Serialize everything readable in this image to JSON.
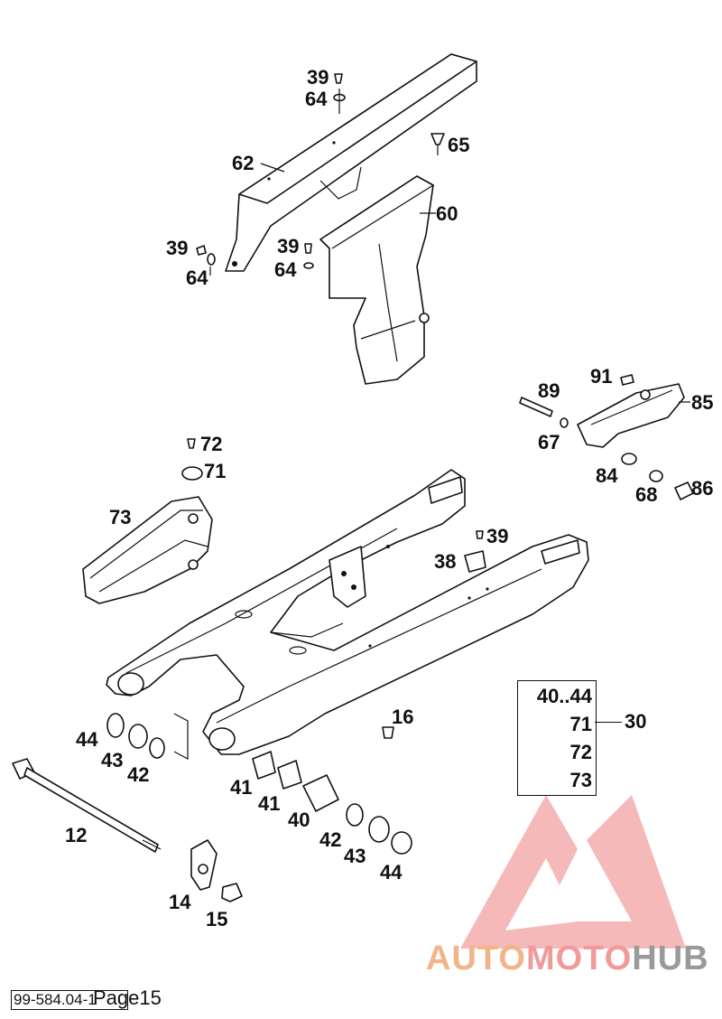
{
  "labels": {
    "l39a": "39",
    "l64a": "64",
    "l65": "65",
    "l62": "62",
    "l60": "60",
    "l39b": "39",
    "l64b": "64",
    "l39c": "39",
    "l64c": "64",
    "l89": "89",
    "l91": "91",
    "l85": "85",
    "l67": "67",
    "l84": "84",
    "l68": "68",
    "l86": "86",
    "l72": "72",
    "l71": "71",
    "l73": "73",
    "l39d": "39",
    "l38": "38",
    "l16": "16",
    "l44a": "44",
    "l43a": "43",
    "l42a": "42",
    "l12": "12",
    "l41a": "41",
    "l41b": "41",
    "l40": "40",
    "l42b": "42",
    "l43b": "43",
    "l44b": "44",
    "l14": "14",
    "l15": "15"
  },
  "kit": {
    "items": [
      "40..44",
      "71",
      "72",
      "73"
    ],
    "label": "30"
  },
  "footer": {
    "code": "99-584.04-1",
    "page": "Page15"
  },
  "watermark": {
    "part1": "AUTO",
    "part2": "MOTO",
    "part3": "HUB",
    "colors": {
      "orange": "#f3b48a",
      "pink": "#f29a9a",
      "gray": "#9a9a9a"
    }
  }
}
